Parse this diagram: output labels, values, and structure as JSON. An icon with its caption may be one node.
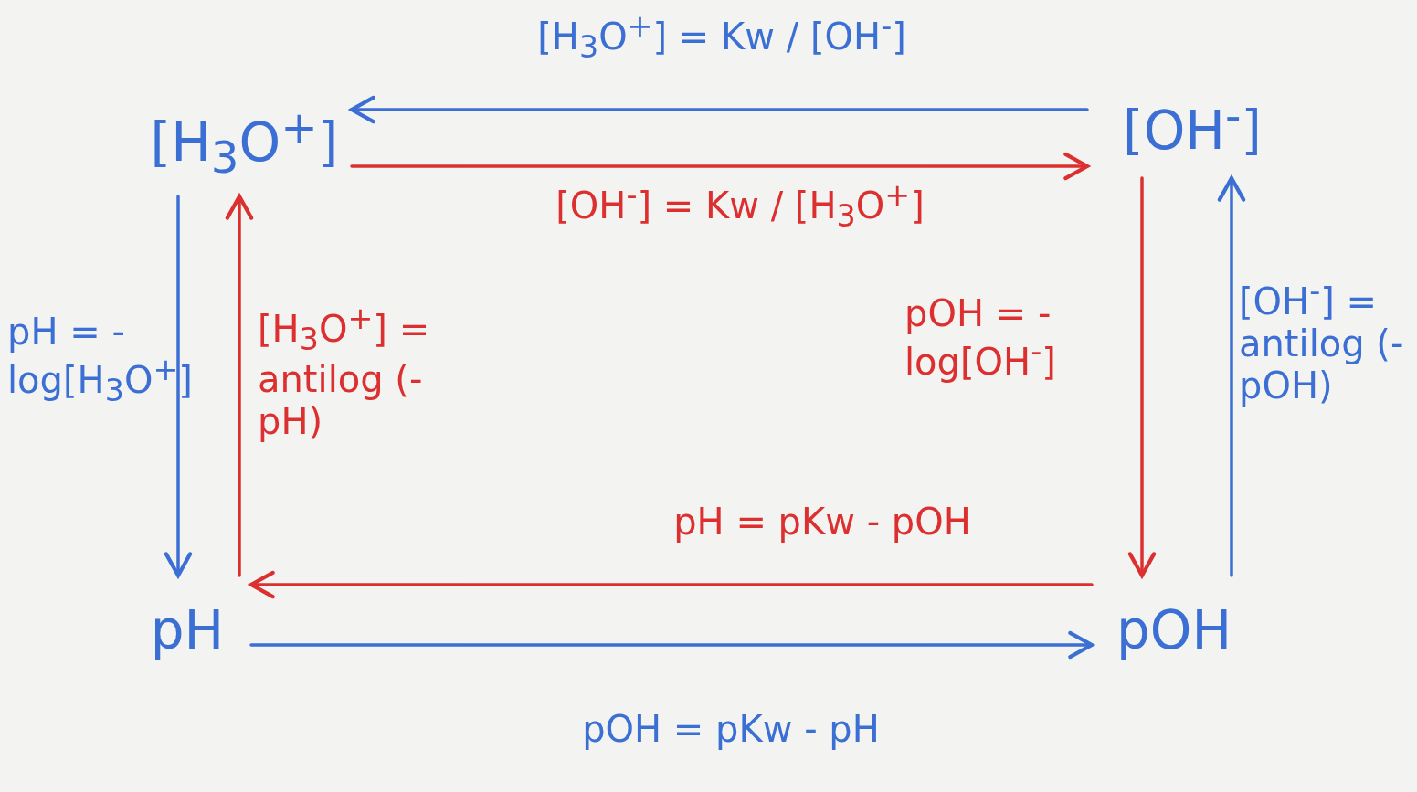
{
  "diagram": {
    "nodes": [
      {
        "text": [
          "[H$_{3}$O$^{+}$]"
        ]
      },
      {
        "text": [
          "[OH$^{-}$]"
        ]
      },
      {
        "text": [
          "pH"
        ]
      },
      {
        "text": [
          "pOH"
        ]
      }
    ],
    "edges": [
      {
        "from": 1,
        "to": 0,
        "arrow": "to",
        "color": "#3b6fd4",
        "label": "[H$_{3}$O$^{+}$] = Kw / [OH$^{-}$]"
      },
      {
        "from": 0,
        "to": 1,
        "arrow": "to",
        "color": "#dc3030",
        "label": "[OH$^{-}$] = Kw / [H$_{3}$O$^{+}$]"
      },
      {
        "from": 0,
        "to": 2,
        "arrow": "to",
        "color": "#3b6fd4",
        "label": "pH = -log[H$_{3}$O$^{+}$]"
      },
      {
        "from": 2,
        "to": 0,
        "arrow": "to",
        "color": "#dc3030",
        "label": "[H$_{3}$O$^{+}$] = antilog (-pH)"
      },
      {
        "from": 1,
        "to": 3,
        "arrow": "to",
        "color": "#dc3030",
        "label": "pOH = -log[OH$^{-}$]"
      },
      {
        "from": 3,
        "to": 1,
        "arrow": "to",
        "color": "#3b6fd4",
        "label": "[OH$^{-}$] = antilog (-pOH)"
      },
      {
        "from": 3,
        "to": 2,
        "arrow": "to",
        "color": "#dc3030",
        "label": "pH = pKw - pOH"
      },
      {
        "from": 2,
        "to": 3,
        "arrow": "to",
        "color": "#3b6fd4",
        "label": "pOH = pKw - pH"
      }
    ]
  }
}
